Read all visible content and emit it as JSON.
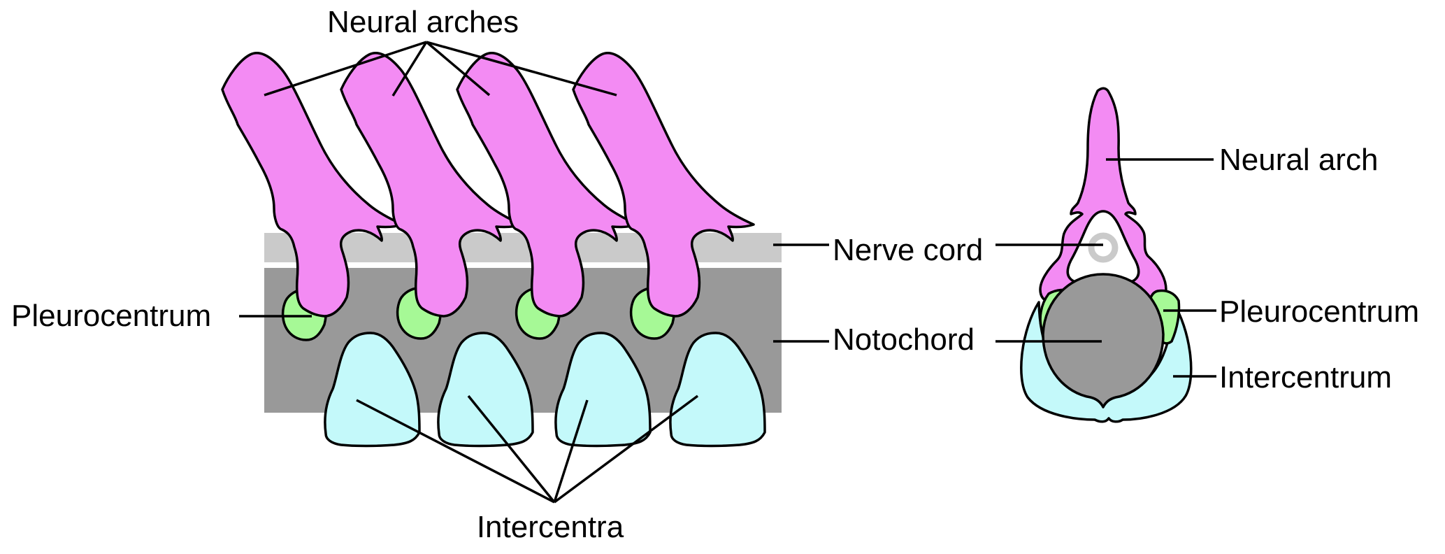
{
  "labels": {
    "neural_arches": "Neural arches",
    "pleurocentrum_left": "Pleurocentrum",
    "intercentra": "Intercentra",
    "neural_arch": "Neural arch",
    "nerve_cord": "Nerve cord",
    "pleurocentrum_right": "Pleurocentrum",
    "notochord": "Notochord",
    "intercentrum": "Intercentrum"
  },
  "colors": {
    "neural_arch": "#f38bf3",
    "pleurocentrum": "#a6f996",
    "intercentrum": "#c4f9fa",
    "notochord": "#999999",
    "nerve_cord": "#cacaca",
    "outline": "#000000"
  }
}
